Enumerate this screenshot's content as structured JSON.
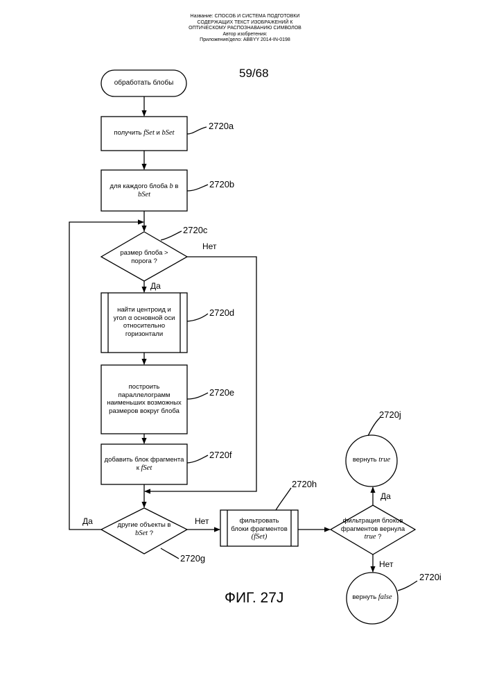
{
  "header": {
    "line1": "Название:  СПОСОБ И СИСТЕМА ПОДГОТОВКИ",
    "line2": "СОДЕРЖАЩИХ ТЕКСТ ИЗОБРАЖЕНИЙ К",
    "line3": "ОПТИЧЕСКОМУ РАСПОЗНАВАНИЮ СИМВОЛОВ",
    "line4": "Автор изобретения:",
    "line5": "Приложение/дело:  ABBYY 2014-IN-0198"
  },
  "page_number": "59/68",
  "nodes": {
    "start": "обработать блобы",
    "get_pre": "получить ",
    "get_fset": "fSet",
    "get_and": " и ",
    "get_bset": "bSet",
    "loop_pre": "для каждого блоба ",
    "loop_b": "b",
    "loop_in": " в",
    "loop_bset": "bSet",
    "cond_size": "размер блоба >\nпорога ?",
    "centroid": "найти центроид и\nугол α основной оси\nотносительно\nгоризонтали",
    "parallelogram": "построить\nпараллелограмм\nнаименьших возможных\nразмеров вокруг блоба",
    "add_pre": "добавить блок фрагмента",
    "add_k": "к ",
    "add_fset": "fSet",
    "cond_more_pre": "другие объекты в",
    "cond_more_bset": "bSet",
    "cond_more_q": " ?",
    "filter_1": "фильтровать",
    "filter_2": "блоки фрагментов",
    "filter_fset": "(fSet)",
    "cond_filter_1": "фильтрация блоков",
    "cond_filter_2": "фрагментов вернула",
    "cond_filter_true": "true",
    "cond_filter_q": " ?",
    "ret_true_pre": "вернуть ",
    "ret_true_val": "true",
    "ret_false_pre": "вернуть ",
    "ret_false_val": "false"
  },
  "refs": {
    "a": "2720a",
    "b": "2720b",
    "c": "2720c",
    "d": "2720d",
    "e": "2720e",
    "f": "2720f",
    "g": "2720g",
    "h": "2720h",
    "i": "2720i",
    "j": "2720j"
  },
  "branches": {
    "no": "Нет",
    "yes": "Да"
  },
  "figure_caption": "ФИГ. 27J"
}
